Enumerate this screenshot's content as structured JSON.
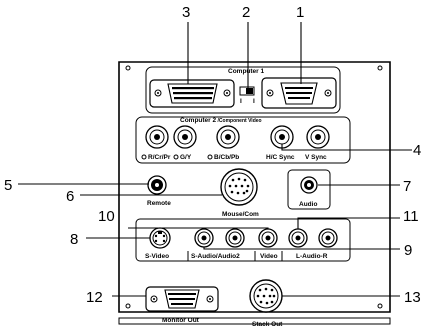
{
  "callouts": {
    "n1": "1",
    "n2": "2",
    "n3": "3",
    "n4": "4",
    "n5": "5",
    "n6": "6",
    "n7": "7",
    "n8": "8",
    "n9": "9",
    "n10": "10",
    "n11": "11",
    "n12": "12",
    "n13": "13"
  },
  "labels": {
    "computer1": "Computer 1",
    "computer2": "Computer 2",
    "component_video": "/Component Video",
    "r_cr_pr": "R/Cr/Pr",
    "g_y": "G/Y",
    "b_cb_pb": "B/Cb/Pb",
    "h_c_sync": "H/C Sync",
    "v_sync": "V Sync",
    "remote": "Remote",
    "mouse_com": "Mouse/Com",
    "audio": "Audio",
    "s_video": "S-Video",
    "s_audio_audio2": "S-Audio/Audio2",
    "video": "Video",
    "l_audio_r": "L-Audio-R",
    "monitor_out": "Monitor Out",
    "stack_out": "Stack Out"
  },
  "switch_marks": {
    "left": "I",
    "right": "I"
  }
}
